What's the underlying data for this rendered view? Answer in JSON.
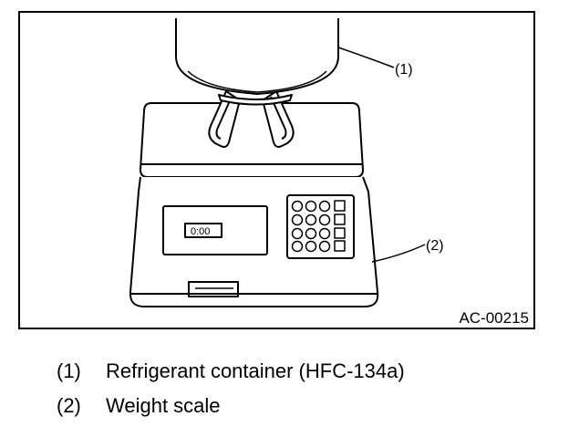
{
  "figure": {
    "code": "AC-00215",
    "display_reading": "0:00",
    "callouts": [
      {
        "label": "(1)"
      },
      {
        "label": "(2)"
      }
    ]
  },
  "legend": [
    {
      "number": "(1)",
      "text": "Refrigerant container (HFC-134a)"
    },
    {
      "number": "(2)",
      "text": "Weight scale"
    }
  ]
}
